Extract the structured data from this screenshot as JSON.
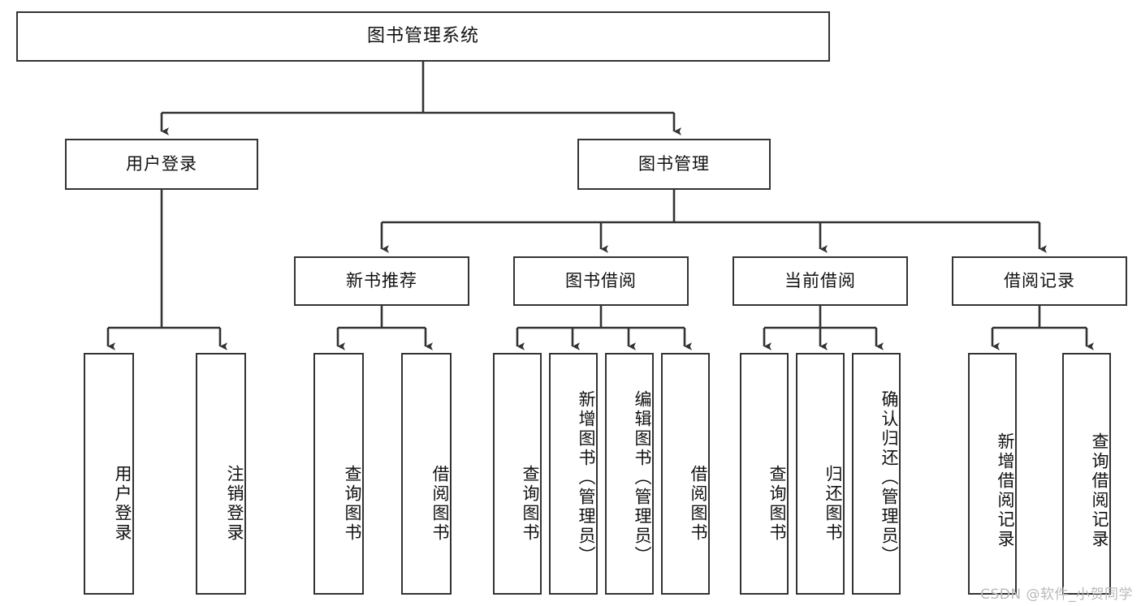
{
  "diagram": {
    "title": "图书管理系统",
    "type": "hierarchy-tree",
    "levels": 4,
    "root": {
      "id": "root",
      "label": "图书管理系统",
      "orientation": "horizontal"
    },
    "level2": [
      {
        "id": "user-login",
        "label": "用户登录",
        "orientation": "horizontal"
      },
      {
        "id": "book-manage",
        "label": "图书管理",
        "orientation": "horizontal"
      }
    ],
    "level3": [
      {
        "id": "new-book-rec",
        "label": "新书推荐",
        "orientation": "horizontal",
        "parent": "book-manage"
      },
      {
        "id": "book-borrow",
        "label": "图书借阅",
        "orientation": "horizontal",
        "parent": "book-manage"
      },
      {
        "id": "current-borrow",
        "label": "当前借阅",
        "orientation": "horizontal",
        "parent": "book-manage"
      },
      {
        "id": "borrow-record",
        "label": "借阅记录",
        "orientation": "horizontal",
        "parent": "book-manage"
      }
    ],
    "leaves": {
      "user_login": [
        {
          "id": "leaf-user-login",
          "label": "用户登录"
        },
        {
          "id": "leaf-user-logout",
          "label": "注销登录"
        }
      ],
      "new_book_rec": [
        {
          "id": "leaf-query-book-1",
          "label": "查询图书"
        },
        {
          "id": "leaf-borrow-book-1",
          "label": "借阅图书"
        }
      ],
      "book_borrow": [
        {
          "id": "leaf-query-book-2",
          "label": "查询图书"
        },
        {
          "id": "leaf-add-book",
          "label": "新增图书（管理员）"
        },
        {
          "id": "leaf-edit-book",
          "label": "编辑图书（管理员）"
        },
        {
          "id": "leaf-borrow-book-2",
          "label": "借阅图书"
        }
      ],
      "current_borrow": [
        {
          "id": "leaf-query-book-3",
          "label": "查询图书"
        },
        {
          "id": "leaf-return-book",
          "label": "归还图书"
        },
        {
          "id": "leaf-confirm-return",
          "label": "确认归还（管理员）"
        }
      ],
      "borrow_record": [
        {
          "id": "leaf-add-record",
          "label": "新增借阅记录"
        },
        {
          "id": "leaf-query-record",
          "label": "查询借阅记录"
        }
      ]
    }
  },
  "watermark": {
    "text": "CSDN @软件_小贺同学"
  },
  "colors": {
    "background": "#ffffff",
    "box_border": "#333333",
    "box_fill": "#ffffff",
    "connector": "#333333",
    "text": "#111111",
    "watermark": "#b9b9b9"
  }
}
